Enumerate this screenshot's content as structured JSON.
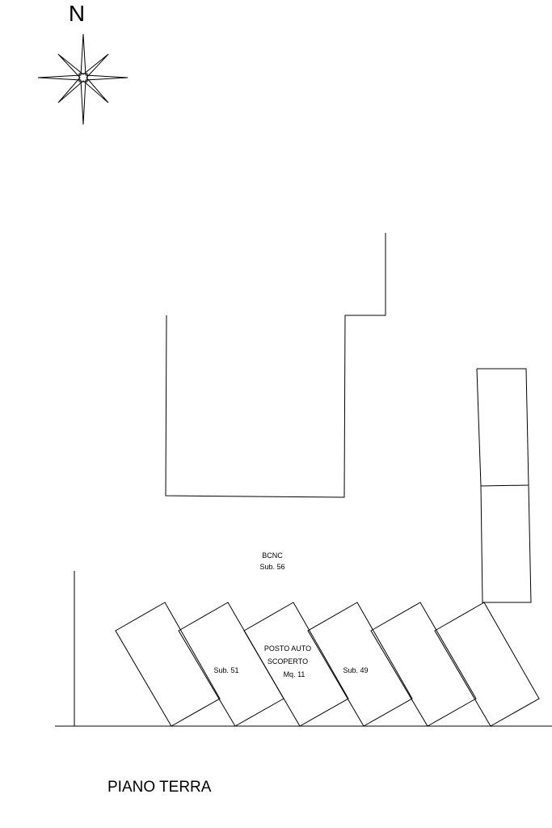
{
  "north_label": "N",
  "icons": {
    "compass": "compass-rose-icon"
  },
  "labels": {
    "bcnc_title": "BCNC",
    "bcnc_sub": "Sub. 56",
    "sub_51": "Sub. 51",
    "posto_auto_line1": "POSTO AUTO",
    "posto_auto_line2": "SCOPERTO",
    "posto_auto_area": "Mq. 11",
    "sub_49": "Sub. 49",
    "floor_title": "PIANO TERRA"
  }
}
